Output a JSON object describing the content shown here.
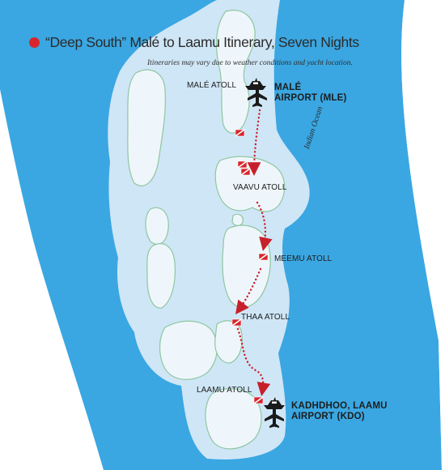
{
  "map": {
    "title": "“Deep South” Malé to Laamu Itinerary, Seven Nights",
    "subtitle": "Itineraries may vary due to weather conditions and yacht location.",
    "ocean_label": "Indian Ocean",
    "atolls": [
      {
        "name": "MALÉ ATOLL"
      },
      {
        "name": "VAAVU ATOLL"
      },
      {
        "name": "MEEMU ATOLL"
      },
      {
        "name": "THAA ATOLL"
      },
      {
        "name": "LAAMU ATOLL"
      }
    ],
    "airports": [
      {
        "line1": "MALÉ",
        "line2": "AIRPORT (MLE)"
      },
      {
        "line1": "KADHDHOO, LAAMU",
        "line2": "AIRPORT (KDO)"
      }
    ],
    "colors": {
      "deep_ocean": "#3aa7e2",
      "shallow_water": "#cfe6f6",
      "lagoon_fill": "#eef6fb",
      "reef_outline": "#8fc6a0",
      "route": "#c8202a",
      "title_dot": "#d7262b",
      "dive_flag_red": "#d7262b"
    },
    "icons": [
      "airplane-icon",
      "yacht-icon",
      "dive-flag-icon",
      "route-arrow-icon"
    ]
  }
}
